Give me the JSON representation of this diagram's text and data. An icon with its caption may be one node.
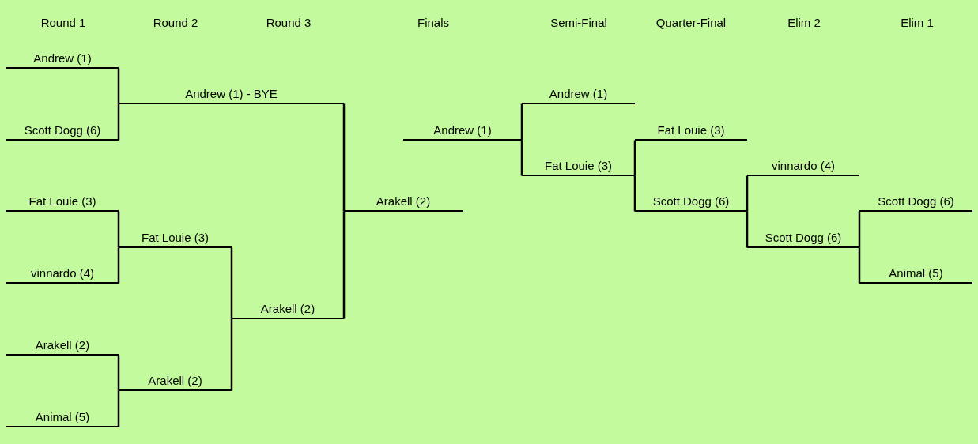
{
  "diagram": {
    "nodes": [
      {
        "text": [
          "Andrew (1)"
        ]
      },
      {
        "text": [
          "Scott Dogg (6)"
        ]
      },
      {
        "text": [
          "Fat Louie (3)"
        ]
      },
      {
        "text": [
          "vinnardo (4)"
        ]
      },
      {
        "text": [
          "Arakell (2)"
        ]
      },
      {
        "text": [
          "Animal (5)"
        ]
      },
      {
        "text": [
          "Andrew (1) - BYE"
        ]
      },
      {
        "text": [
          "Fat Louie (3)"
        ]
      },
      {
        "text": [
          "Arakell (2)"
        ]
      },
      {
        "text": [
          "Arakell (2)"
        ]
      },
      {
        "text": [
          "Arakell (2)"
        ]
      },
      {
        "text": [
          "Andrew (1)"
        ]
      },
      {
        "text": [
          "Andrew (1)"
        ]
      },
      {
        "text": [
          "Fat Louie (3)"
        ]
      },
      {
        "text": [
          "Fat Louie (3)"
        ]
      },
      {
        "text": [
          "Scott Dogg (6)"
        ]
      },
      {
        "text": [
          "vinnardo (4)"
        ]
      },
      {
        "text": [
          "Scott Dogg (6)"
        ]
      },
      {
        "text": [
          "Scott Dogg (6)"
        ]
      },
      {
        "text": [
          "Animal (5)"
        ]
      }
    ],
    "edges": [
      {
        "from": 0,
        "to": 6,
        "arrow": "none"
      },
      {
        "from": 1,
        "to": 6,
        "arrow": "none"
      },
      {
        "from": 2,
        "to": 7,
        "arrow": "none"
      },
      {
        "from": 3,
        "to": 7,
        "arrow": "none"
      },
      {
        "from": 4,
        "to": 8,
        "arrow": "none"
      },
      {
        "from": 5,
        "to": 8,
        "arrow": "none"
      },
      {
        "from": 7,
        "to": 9,
        "arrow": "none"
      },
      {
        "from": 8,
        "to": 9,
        "arrow": "none"
      },
      {
        "from": 6,
        "to": 10,
        "arrow": "none"
      },
      {
        "from": 9,
        "to": 10,
        "arrow": "none"
      },
      {
        "from": 12,
        "to": 11,
        "arrow": "none"
      },
      {
        "from": 13,
        "to": 11,
        "arrow": "none"
      },
      {
        "from": 14,
        "to": 13,
        "arrow": "none"
      },
      {
        "from": 15,
        "to": 13,
        "arrow": "none"
      },
      {
        "from": 16,
        "to": 15,
        "arrow": "none"
      },
      {
        "from": 17,
        "to": 15,
        "arrow": "none"
      },
      {
        "from": 18,
        "to": 17,
        "arrow": "none"
      },
      {
        "from": 19,
        "to": 17,
        "arrow": "none"
      }
    ],
    "labels": [
      "Round 1",
      "Round 2",
      "Round 3",
      "Finals",
      "Semi-Final",
      "Quarter-Final",
      "Elim 2",
      "Elim 1"
    ]
  }
}
